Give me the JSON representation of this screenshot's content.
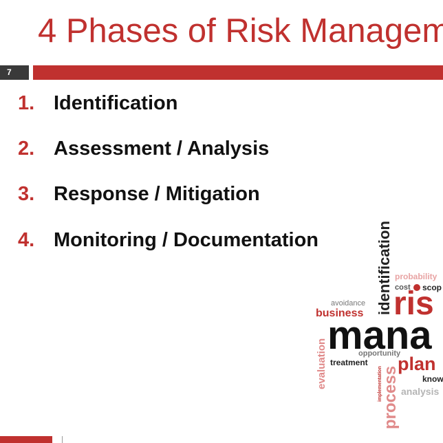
{
  "slide": {
    "title": "4 Phases of Risk Managem",
    "number": "7",
    "accent_color": "#c0312f"
  },
  "phases": [
    {
      "number": "1.",
      "label": "Identification"
    },
    {
      "number": "2.",
      "label": "Assessment / Analysis"
    },
    {
      "number": "3.",
      "label": "Response / Mitigation"
    },
    {
      "number": "4.",
      "label": "Monitoring / Documentation"
    }
  ],
  "wordcloud": {
    "identification": "identification",
    "probability": "probability",
    "cost": "cost",
    "scope": "scop",
    "risk": "ris",
    "avoidance": "avoidance",
    "business": "business",
    "evaluation": "evaluation",
    "management": "mana",
    "opportunity": "opportunity",
    "treatment": "treatment",
    "implementation": "implementation",
    "process": "process",
    "plan": "plan",
    "knowledge": "know",
    "analysis": "analysis"
  }
}
